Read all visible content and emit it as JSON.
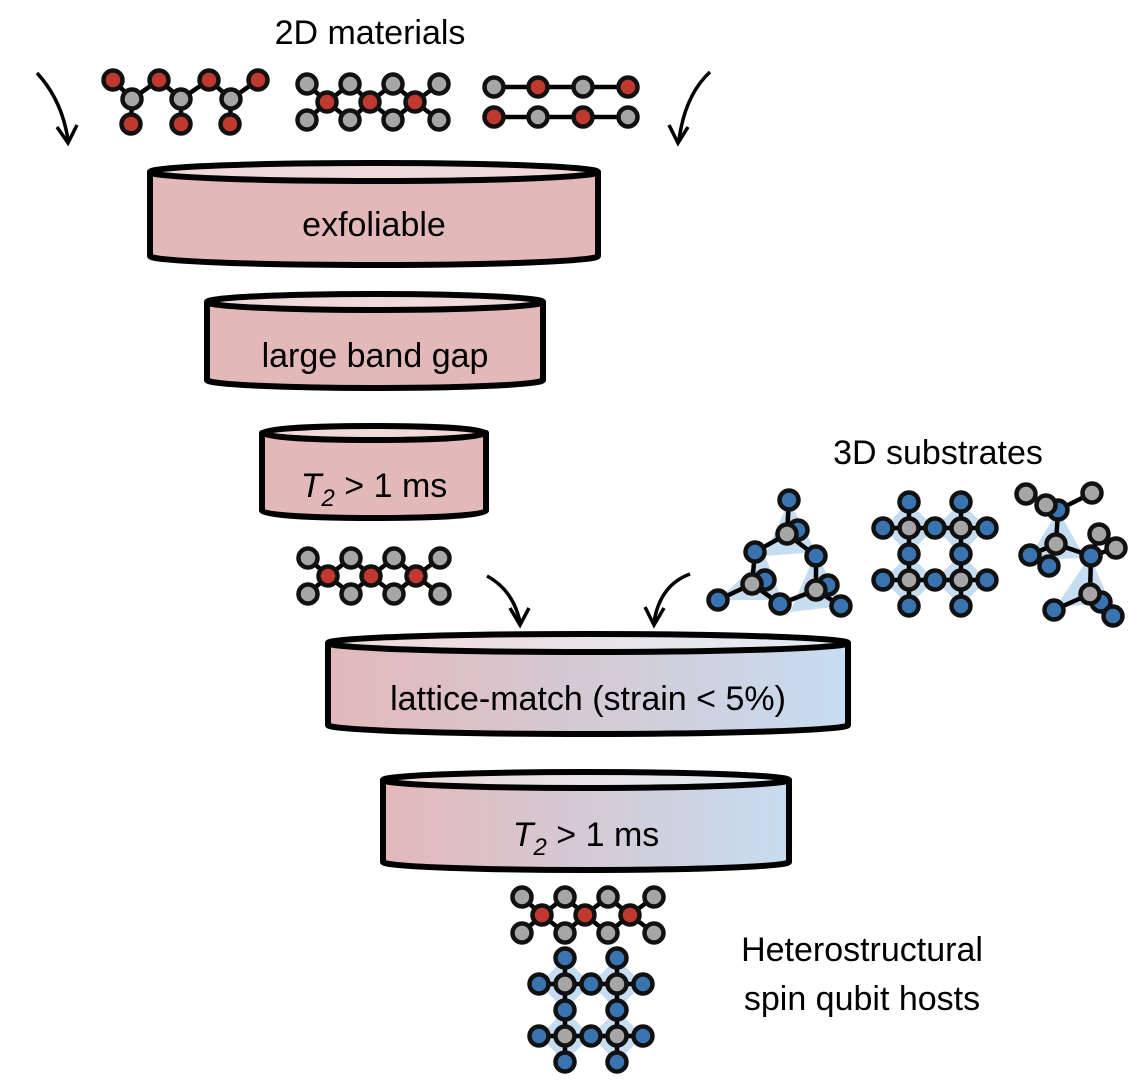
{
  "labels": {
    "materials_2d": "2D materials",
    "substrates_3d": "3D substrates",
    "result_line1": "Heterostructural",
    "result_line2": "spin qubit hosts"
  },
  "filters": [
    {
      "id": "exfoliable",
      "label": "exfoliable",
      "italic_prefix": "",
      "subscript": "",
      "gradient": false
    },
    {
      "id": "band-gap",
      "label": "large band gap",
      "italic_prefix": "",
      "subscript": "",
      "gradient": false
    },
    {
      "id": "t2-2d",
      "label": " > 1 ms",
      "italic_prefix": "T",
      "subscript": "2",
      "gradient": false
    },
    {
      "id": "lattice-match",
      "label": "lattice-match (strain < 5%)",
      "italic_prefix": "",
      "subscript": "",
      "gradient": true
    },
    {
      "id": "t2-hetero",
      "label": " > 1 ms",
      "italic_prefix": "T",
      "subscript": "2",
      "gradient": true
    }
  ],
  "colors": {
    "red_atom": "#c0392f",
    "gray_atom": "#a6a6a6",
    "blue_atom": "#3a74b0",
    "pink_fill": "#e3b8b9",
    "pink_top": "#efd9da",
    "blue_fill": "#c6dcf0",
    "blue_top": "#e2ecf6",
    "tetra_fill": "#c6dcf0",
    "outline": "#000000"
  }
}
